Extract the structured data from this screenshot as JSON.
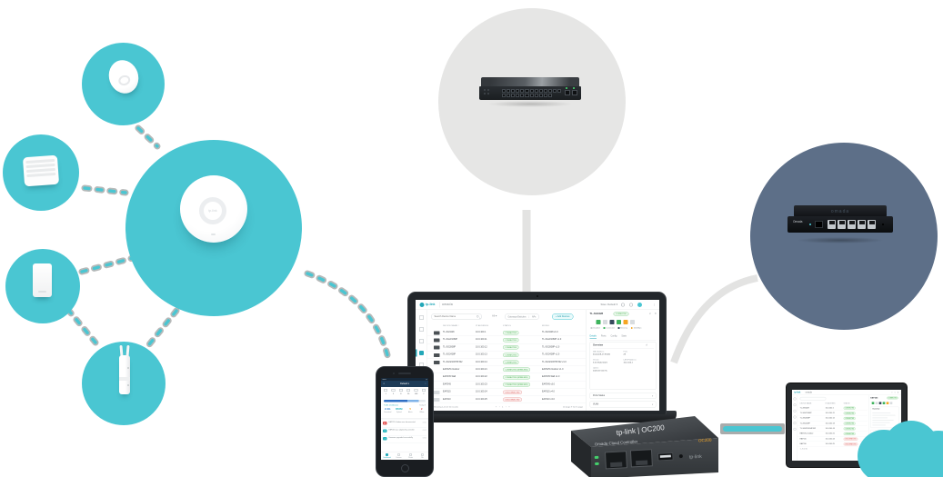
{
  "brand": {
    "logo": "tp-link",
    "product": "omada"
  },
  "laptop": {
    "topbar": {
      "sites": "Sites: Default ▾",
      "menu_dots": "⋮"
    },
    "toolbar": {
      "search_placeholder": "Search Device Name",
      "filter_all": "All ▾",
      "filter_groups": [
        "Gateways/Switches",
        "APs"
      ],
      "add_button": "+ Add Devices"
    },
    "table": {
      "columns": [
        "DEVICE NAME ↑",
        "IP ADDRESS",
        "STATUS",
        "MODEL"
      ],
      "rows": [
        {
          "name": "TL-SG3428",
          "ip": "10.0.100.1",
          "status": "CONNECTED",
          "model": "TL-SG3428 v1.0",
          "state": "connected",
          "thumb": "switch"
        },
        {
          "name": "TL-SG2210MP",
          "ip": "10.0.100.11",
          "status": "CONNECTED",
          "model": "TL-SG2210MP v1.0",
          "state": "connected",
          "thumb": "switch"
        },
        {
          "name": "TL-SG2008P",
          "ip": "10.0.100.12",
          "status": "CONNECTED",
          "model": "TL-SG2008P v1.0",
          "state": "connected",
          "thumb": "switch"
        },
        {
          "name": "TL-SG2428P",
          "ip": "10.0.100.13",
          "status": "CONNECTED",
          "model": "TL-SG2428P v1.0",
          "state": "connected",
          "thumb": "switch"
        },
        {
          "name": "TL-SG3210XHP-M2",
          "ip": "10.0.100.14",
          "status": "CONNECTED",
          "model": "TL-SG3210XHP-M2 v1.0",
          "state": "connected",
          "thumb": "switch"
        },
        {
          "name": "EAP225-Outdoor",
          "ip": "10.0.100.21",
          "status": "CONNECTED (WIRELESS)",
          "model": "EAP225-Outdoor v1.0",
          "state": "connected",
          "thumb": "none"
        },
        {
          "name": "EAP235-Wall",
          "ip": "10.0.100.22",
          "status": "CONNECTED (WIRELESS)",
          "model": "EAP235-Wall v1.0",
          "state": "connected",
          "thumb": "none"
        },
        {
          "name": "EAP245",
          "ip": "10.0.100.23",
          "status": "CONNECTED (WIRELESS)",
          "model": "EAP245 v3.0",
          "state": "connected",
          "thumb": "none"
        },
        {
          "name": "EAP115",
          "ip": "10.0.100.24",
          "status": "DISCONNECTED",
          "model": "EAP115 v4.0",
          "state": "disconnected",
          "thumb": "ap"
        },
        {
          "name": "EAP110",
          "ip": "10.0.100.25",
          "status": "DISCONNECTED",
          "model": "EAP110 v4.0",
          "state": "disconnected",
          "thumb": "ap"
        }
      ]
    },
    "pagination": {
      "summary": "Showing 1-10 of 10 records",
      "pager": "«  ‹  1  ›  »",
      "right": "10 /page ▾    Go To      page"
    },
    "panel": {
      "title": "TL-SG3428",
      "badge": "CONNECTED",
      "caret": "∨",
      "close": "✕",
      "port_colors": [
        "#3DB35C",
        "#D8DCDF",
        "#35495C",
        "#3DB35C",
        "#F5A623",
        "#D8DCDF"
      ],
      "legend": [
        {
          "label": "Disabled",
          "color": "#C9CDD1"
        },
        {
          "label": "Connected",
          "color": "#3DB35C"
        },
        {
          "label": "Mirroring",
          "color": "#35495C"
        },
        {
          "label": "1000Mbps",
          "color": "#F5A623"
        }
      ],
      "tabs": [
        "Details",
        "Ports",
        "Config",
        "Stats"
      ],
      "overview_title": "Overview",
      "overview_caret": "∧",
      "fields": [
        {
          "label": "MAC Address",
          "value": "40-44-D8-17-E3-B1"
        },
        {
          "label": "Ports",
          "value": "28"
        },
        {
          "label": "Version",
          "value": "3.0.5 Build 2021"
        },
        {
          "label": "LAN IP Address",
          "value": "10.0.100.1"
        },
        {
          "label": "Uptime",
          "value": "24d 10h 51m 9s"
        }
      ],
      "sections": [
        "Ports Status",
        "VLAN"
      ]
    }
  },
  "phone": {
    "status_left": "●●●●",
    "status_right": "▮",
    "header": {
      "menu": "≡",
      "site": "Default ▾",
      "bell": "○"
    },
    "device_counts": [
      {
        "icon": "gateway-icon",
        "count": "1"
      },
      {
        "icon": "switch-icon",
        "count": "5"
      },
      {
        "icon": "ap-icon",
        "count": "8"
      },
      {
        "icon": "client-icon",
        "count": "26"
      },
      {
        "icon": "guest-icon",
        "count": "148"
      },
      {
        "icon": "alert-icon",
        "count": "2"
      }
    ],
    "usage": {
      "segments": [
        {
          "pct": 56,
          "color": "#2F6FC4"
        },
        {
          "pct": 28,
          "color": "#7FB3E8"
        },
        {
          "pct": 16,
          "color": "#E4E9EE"
        }
      ],
      "label_left": "Traffic Distribution",
      "label_right": "Today ▾"
    },
    "stats": [
      {
        "value": "2.4G",
        "label": "Download",
        "color": "#2F80D4"
      },
      {
        "value": "856M",
        "label": "Upload",
        "color": "#29B6BF"
      },
      {
        "value": "5",
        "label": "Alerts",
        "color": "#F5A623"
      },
      {
        "value": "2",
        "label": "Offline",
        "color": "#E24C4B"
      }
    ],
    "alerts": [
      {
        "badge": "AP",
        "badge_color": "#E24C4B",
        "text": "EAP225-Outdoor was disconnected",
        "time": "09:41"
      },
      {
        "badge": "↻",
        "badge_color": "#29B6BF",
        "text": "EAP245 was adopted by controller",
        "time": "09:12"
      },
      {
        "badge": "✓",
        "badge_color": "#29B6BF",
        "text": "Firmware upgraded successfully",
        "time": "08:55"
      }
    ],
    "tabs": [
      {
        "label": "Dashboard",
        "active": true
      },
      {
        "label": "Devices",
        "active": false
      },
      {
        "label": "Clients",
        "active": false
      },
      {
        "label": "Me",
        "active": false
      }
    ]
  },
  "oc200": {
    "top_label": "tp-link | OC200",
    "front_label": "Omada Cloud Controller",
    "model_badge": "OC200",
    "logo": "tp-link"
  },
  "router": {
    "top_text": "omada",
    "front_text": "Omada"
  },
  "display": {
    "topbar_icons": "○ ○ ●",
    "pager": "1 - 8 of 10",
    "panel_title": "EAP245",
    "panel_badge": "CONNECTED",
    "box_title": "Overview"
  },
  "colors": {
    "teal": "#4AC6D2",
    "gray_circle": "#E6E6E5",
    "slate_circle": "#5D6F88",
    "connected_green": "#3FAE49",
    "disconnected_red": "#D9534F"
  }
}
